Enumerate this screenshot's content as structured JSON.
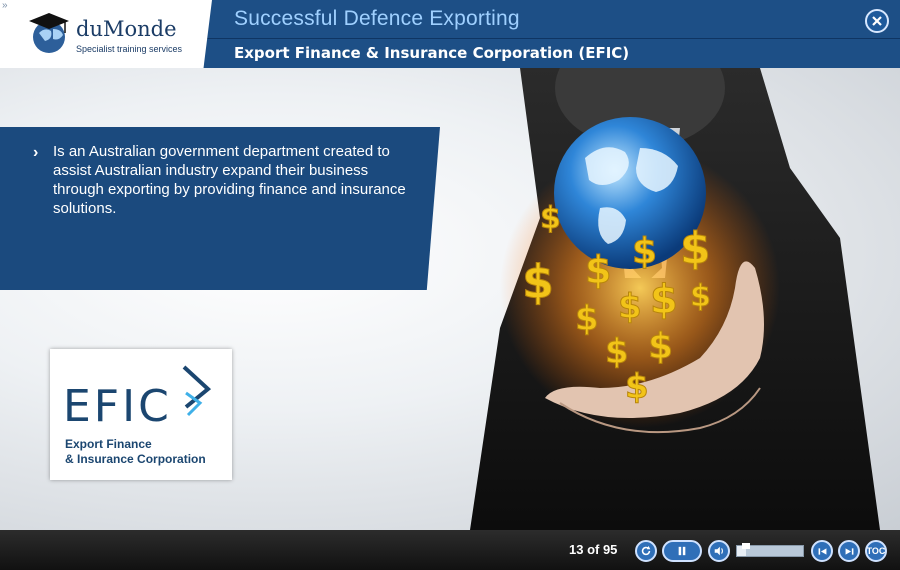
{
  "header": {
    "title": "Successful Defence Exporting",
    "subtitle": "Export Finance & Insurance Corporation (EFIC)",
    "collapse_glyph": "»",
    "close_icon": "close-icon"
  },
  "brand": {
    "name": "duMonde",
    "tagline": "Specialist training services"
  },
  "content": {
    "bullets": [
      "Is an Australian government department created to assist Australian industry expand their business through exporting by providing finance and insurance solutions."
    ]
  },
  "efic_logo": {
    "letters": "EFIC",
    "line1": "Export Finance",
    "line2": "& Insurance Corporation"
  },
  "player": {
    "page_counter": "13 of 95",
    "progress": 0.13,
    "buttons": {
      "replay_icon": "replay-icon",
      "pause_icon": "pause-icon",
      "volume_icon": "volume-icon",
      "prev_icon": "previous-icon",
      "next_icon": "next-icon",
      "toc_label": "TOC"
    }
  },
  "colors": {
    "header_blue": "#1d4f86",
    "title_light_blue": "#9fd0ff",
    "text_box_blue": "#1b4a7e",
    "button_blue": "#2f6fb8"
  }
}
